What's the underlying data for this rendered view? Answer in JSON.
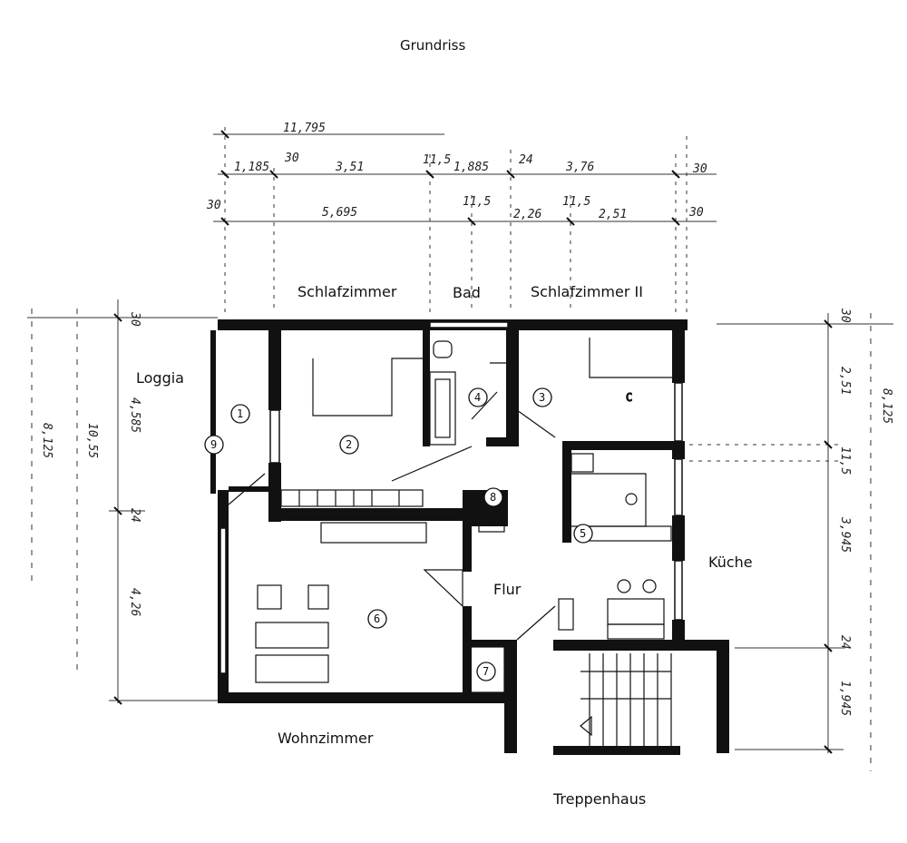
{
  "title": "Grundriss",
  "rooms": {
    "schlafzimmer": "Schlafzimmer",
    "bad": "Bad",
    "schlafzimmer2": "Schlafzimmer II",
    "loggia": "Loggia",
    "kueche": "Küche",
    "flur": "Flur",
    "wohnzimmer": "Wohnzimmer",
    "treppenhaus": "Treppenhaus"
  },
  "dimensions": {
    "top_total": "11,795",
    "top_row1": [
      "1,185",
      "30",
      "3,51",
      "11,5",
      "1,885",
      "24",
      "3,76",
      "30"
    ],
    "top_row2": [
      "30",
      "5,695",
      "11,5",
      "2,26",
      "11,5",
      "2,51",
      "30"
    ],
    "left": [
      "30",
      "4,585",
      "10,55",
      "8,125",
      "24",
      "4,26"
    ],
    "right": [
      "30",
      "2,51",
      "8,125",
      "11,5",
      "3,945",
      "24",
      "1,945"
    ]
  },
  "room_numbers": [
    "1",
    "2",
    "3",
    "4",
    "5",
    "6",
    "7",
    "8",
    "9"
  ]
}
